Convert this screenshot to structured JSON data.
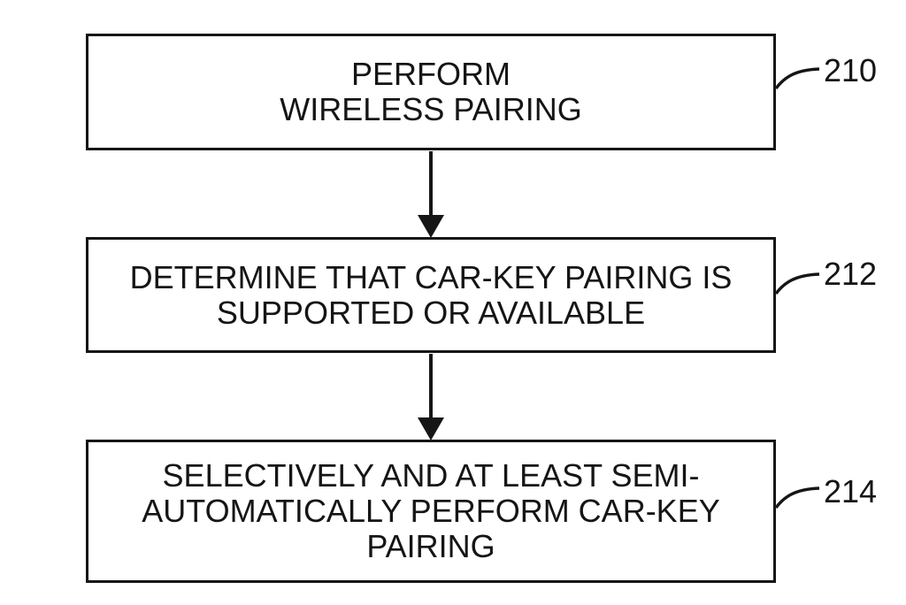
{
  "figure": {
    "type": "flowchart",
    "background_color": "#ffffff",
    "ink_color": "#161616",
    "boxes": [
      {
        "ref": "210",
        "lines": [
          "PERFORM",
          "WIRELESS PAIRING"
        ]
      },
      {
        "ref": "212",
        "lines": [
          "DETERMINE THAT CAR-KEY PAIRING IS",
          "SUPPORTED OR AVAILABLE"
        ]
      },
      {
        "ref": "214",
        "lines": [
          "SELECTIVELY AND AT LEAST SEMI-",
          "AUTOMATICALLY PERFORM CAR-KEY",
          "PAIRING"
        ]
      }
    ],
    "connectors": [
      {
        "from": "210",
        "to": "212",
        "style": "arrow-down"
      },
      {
        "from": "212",
        "to": "214",
        "style": "arrow-down"
      }
    ]
  }
}
